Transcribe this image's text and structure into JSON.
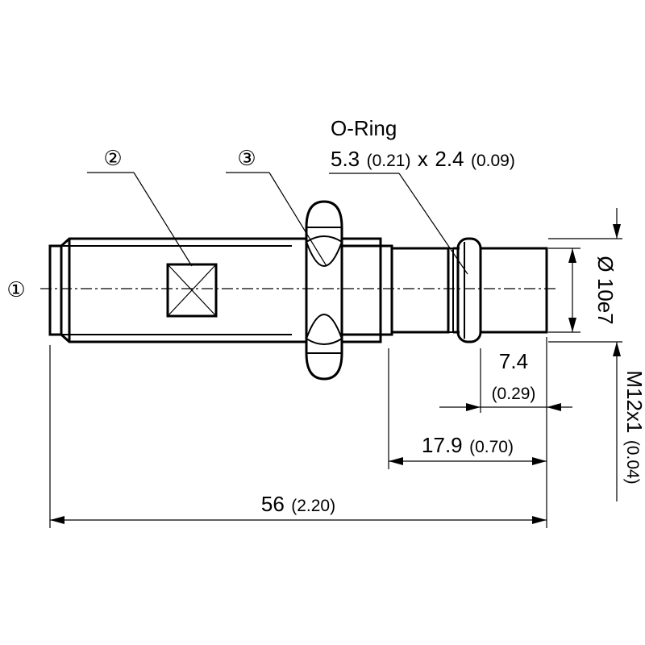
{
  "labels": {
    "oring_title": "O-Ring",
    "oring_dim_main_a": "5.3",
    "oring_dim_paren_a": "(0.21)",
    "oring_dim_x": "x",
    "oring_dim_main_b": "2.4",
    "oring_dim_paren_b": "(0.09)",
    "callout_1": "①",
    "callout_2": "②",
    "callout_3": "③"
  },
  "dimensions": {
    "total_length": {
      "main": "56",
      "paren": "(2.20)"
    },
    "front_length": {
      "main": "17.9",
      "paren": "(0.70)"
    },
    "tip_length": {
      "main": "7.4",
      "paren": "(0.29)"
    },
    "tip_diameter": {
      "text": "Ø 10e7"
    },
    "thread": {
      "main": "M12x1",
      "paren": "(0.04)"
    }
  },
  "colors": {
    "line": "#000000",
    "background": "#ffffff"
  }
}
